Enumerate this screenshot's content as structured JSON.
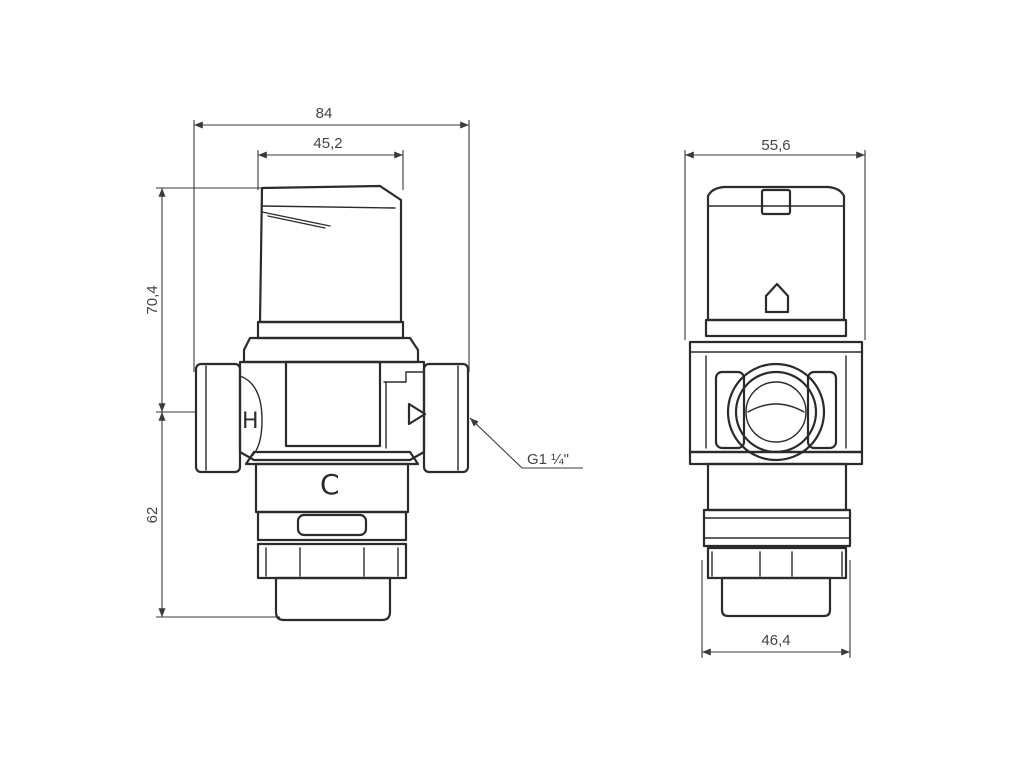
{
  "front_view": {
    "dimensions": {
      "overall_width": "84",
      "cap_width": "45,2",
      "upper_height": "70,4",
      "lower_height": "62"
    },
    "thread_callout": "G1 ¼\"",
    "markings": {
      "hot": "H",
      "cold": "C"
    }
  },
  "side_view": {
    "dimensions": {
      "body_width": "55,6",
      "base_width": "46,4"
    }
  }
}
